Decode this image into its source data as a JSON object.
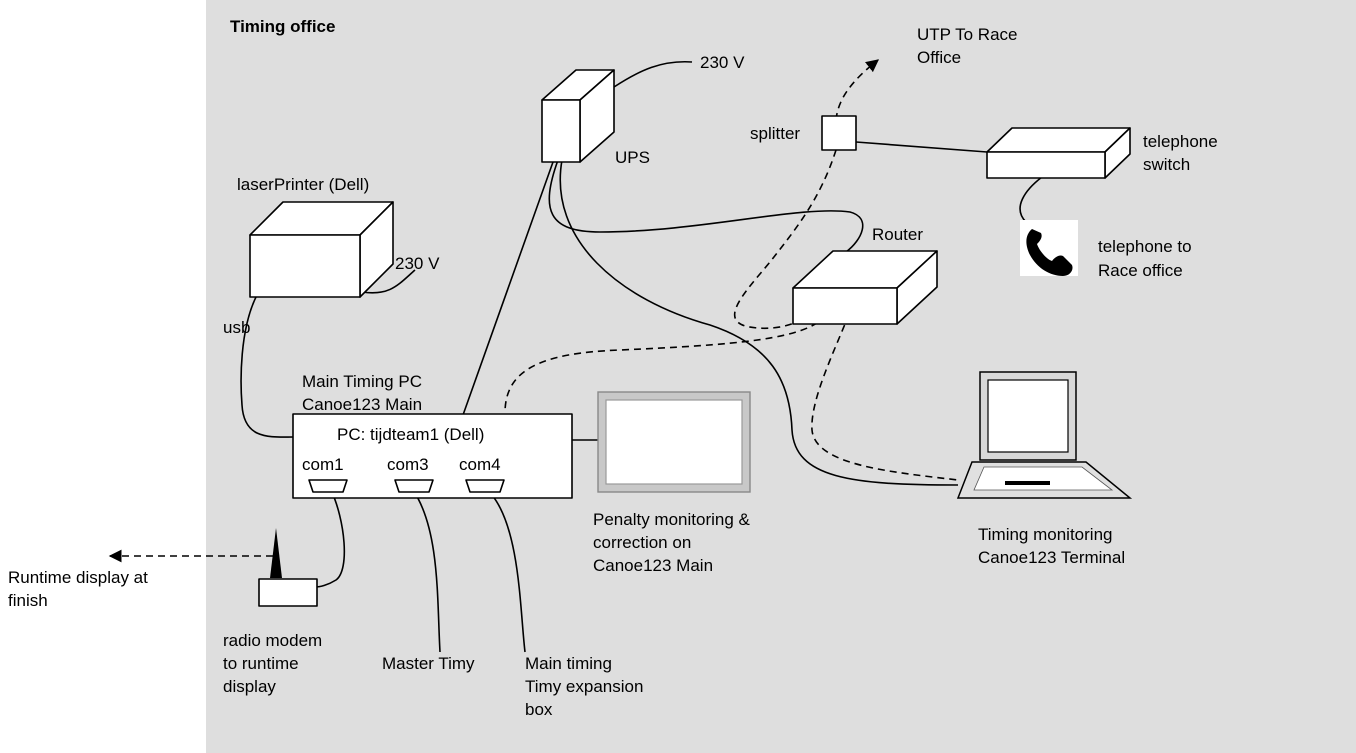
{
  "colors": {
    "office_bg": "#dedede",
    "line": "#000000",
    "monitor_frame": "#c8c8c8",
    "page_bg": "#ffffff"
  },
  "office": {
    "title": "Timing office"
  },
  "labels": {
    "ups_power": "230 V",
    "utp_line1": "UTP To Race",
    "utp_line2": "Office",
    "splitter": "splitter",
    "ups": "UPS",
    "telephone_switch_line1": "telephone",
    "telephone_switch_line2": "switch",
    "printer": "laserPrinter (Dell)",
    "printer_power": "230 V",
    "router": "Router",
    "telephone_line1": "telephone to",
    "telephone_line2": "Race office",
    "usb": "usb",
    "main_pc_line1": "Main  Timing PC",
    "main_pc_line2": "Canoe123 Main",
    "pc_name": "PC: tijdteam1 (Dell)",
    "com1": "com1",
    "com3": "com3",
    "com4": "com4",
    "penalty_line1": "Penalty monitoring &",
    "penalty_line2": "correction on",
    "penalty_line3": "Canoe123 Main",
    "timing_monitor_line1": "Timing monitoring",
    "timing_monitor_line2": "Canoe123 Terminal",
    "runtime_line1": "Runtime display at",
    "runtime_line2": "finish",
    "radio_line1": "radio modem",
    "radio_line2": "to runtime",
    "radio_line3": "display",
    "master_timy": "Master Timy",
    "expansion_line1": "Main timing",
    "expansion_line2": "Timy expansion",
    "expansion_line3": "box"
  },
  "icons": [
    "telephone-icon",
    "laptop-icon",
    "ups-icon",
    "printer-icon",
    "router-icon",
    "switch-icon",
    "splitter-icon",
    "radio-modem-icon",
    "monitor-icon"
  ]
}
